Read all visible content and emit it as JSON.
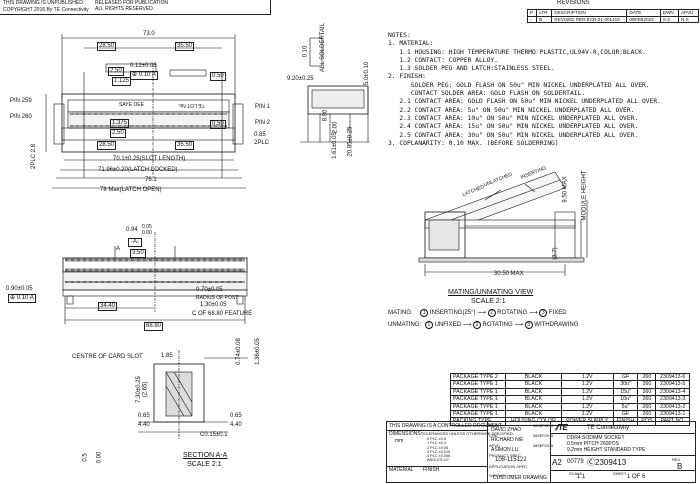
{
  "header": {
    "line1": "THIS DRAWING IS UNPUBLISHED.",
    "line2": "RELEASED FOR PUBLICATION",
    "line3": "ALL RIGHTS RESERVED.",
    "copyright": "COPYRIGHT 2016 By TE Connectivity"
  },
  "revisions": {
    "title": "REVISIONS",
    "headers": [
      "P",
      "LTR",
      "DESCRIPTION",
      "DATE",
      "DWN",
      "APVD"
    ],
    "rows": [
      [
        "-",
        "B",
        "REVISED PER ECR-21-001415",
        "09FEB2022",
        "S.S",
        "N.S"
      ]
    ]
  },
  "top_view": {
    "dims": [
      "73.0",
      "28.50",
      "35.50",
      "2.50",
      "1.125",
      "0.12±0.03",
      "0.10",
      "A",
      "0.50",
      "1.375",
      "2.50",
      "0.50",
      "28.50",
      "35.50",
      "0.85",
      "2PLC",
      "70.1±0.25(SLOT LENGTH)",
      "71.96±0.20(LATCH LOCKED)",
      "76.1",
      "78 Max(LATCH OPEN)",
      "2PLC 2.8"
    ],
    "pin_labels": [
      "PIN 259",
      "PIN 260",
      "PIN 1",
      "PIN 2"
    ],
    "marking": "SAYE OEE",
    "marking2": "TE  LOT No."
  },
  "side_view": {
    "dims": [
      "0.10",
      "ALL SOLDERTAIL",
      "9.20±0.25",
      "5.0±0.10",
      "8.00",
      "2.00",
      "1.61±0.05",
      "20.85±0.25"
    ]
  },
  "notes": {
    "title": "NOTES:",
    "lines": [
      "1. MATERIAL:",
      "   1.1 HOUSING: HIGH TEMPERATURE THERMO PLASTIC,UL94V-0,COLOR:BLACK.",
      "   1.2 CONTACT: COPPER ALLOY.",
      "   1.3 SOLDER PEG AND LATCH:STAINLESS STEEL.",
      "2. FINISH:",
      "      SOLDER PEG: GOLD FLASH ON 50u\" MIN NICKEL UNDERPLATED ALL OVER.",
      "      CONTACT SOLDER AREA: GOLD FLASH ON SOLDERTAIL.",
      "   2.1 CONTACT AREA: GOLD FLASH ON 50u\" MIN NICKEL UNDERPLATED ALL OVER.",
      "   2.2 CONTACT AREA: 5u\" ON 50u\" MIN NICKEL UNDERPLATED ALL OVER.",
      "   2.3 CONTACT AREA: 10u\" ON 50u\" MIN NICKEL UNDERPLATED ALL OVER.",
      "   2.4 CONTACT AREA: 15u\" ON 50u\" MIN NICKEL UNDERPLATED ALL OVER.",
      "   2.5 CONTACT AREA: 30u\" ON 50u\" MIN NICKEL UNDERPLATED ALL OVER.",
      "3. COPLANARITY: 0.10 MAX. (BEFORE SOLDERRING)"
    ]
  },
  "mating_view": {
    "dims": [
      "9.50 MAX",
      "MODULE HEIGHT",
      "(3.7)",
      "30.50 MAX"
    ],
    "labels": [
      "LATCHED",
      "UNLATCHED",
      "INSERTING"
    ],
    "title": "MATING/UNMATING VIEW",
    "scale": "SCALE 2:1",
    "mating": "MATING:",
    "mating_steps": [
      "INSERTING(25°)",
      "ROTATING",
      "FIXED"
    ],
    "unmating": "UNMATING:",
    "unmating_steps": [
      "UNFIXED",
      "ROTATING",
      "WITHDRAWING"
    ],
    "step_numbers": [
      "1",
      "2",
      "3"
    ]
  },
  "front_view": {
    "dims": [
      "0.94",
      "0.05",
      "0.00",
      "A",
      "3.50",
      "A",
      "0.90±0.05",
      "0.10",
      "A",
      "0.70±0.05",
      "RADIUS OF POST",
      "1.30±0.05",
      "34.40",
      "68.80",
      "C OF 68.80 FEATURE"
    ]
  },
  "section_view": {
    "dims": [
      "CENTRE OF CARD SLOT",
      "1.85",
      "0.74±0.08",
      "1.36±0.05",
      "7.30±0.25",
      "(2.65)",
      "0.65",
      "4.40",
      "C0.15±0.1",
      "0.5",
      "0.00"
    ],
    "title": "SECTION A-A",
    "scale": "SCALE 2:1"
  },
  "package_table": {
    "headers": [
      "PACKING TYPE",
      "HOUSING COLOR",
      "POWER SUPPLY",
      "FINISH",
      "POS",
      "PART NO."
    ],
    "rows": [
      [
        "PACKAGE TYPE 2",
        "BLACK",
        "1.2V",
        "GF",
        "260",
        "2309413-6"
      ],
      [
        "PACKAGE TYPE 1",
        "BLACK",
        "1.2V",
        "30u\"",
        "260",
        "2309413-5"
      ],
      [
        "PACKAGE TYPE 1",
        "BLACK",
        "1.2V",
        "15u\"",
        "260",
        "2309413-4"
      ],
      [
        "PACKAGE TYPE 1",
        "BLACK",
        "1.2V",
        "10u\"",
        "260",
        "2309413-3"
      ],
      [
        "PACKAGE TYPE 1",
        "BLACK",
        "1.2V",
        "5u\"",
        "260",
        "2309413-2"
      ],
      [
        "PACKAGE TYPE 1",
        "BLACK",
        "1.2V",
        "GF",
        "260",
        "2309413-1"
      ]
    ]
  },
  "title_block": {
    "controlled": "THIS DRAWING IS A CONTROLLED DOCUMENT.",
    "dimensions": "DIMENSIONS:",
    "tolerances": "TOLERANCES UNLESS OTHERWISE SPECIFIED:",
    "mm": "mm",
    "tol_rows": [
      "0 PLC",
      "1 PLC",
      "2 PLC",
      "3 PLC",
      "4 PLC",
      "ANGLES"
    ],
    "tol_vals": [
      "±0.5",
      "±0.2",
      "±0.05",
      "±0.010",
      "±0.005",
      "±2°"
    ],
    "material": "MATERIAL",
    "finish": "FINISH",
    "dwn_label": "DWN",
    "dwn_name": "DAVID ZHAO",
    "chk_label": "CHK",
    "chk_name": "RICHARD NIE",
    "appvd_label": "APVD",
    "appvd_name": "ASIMON LU",
    "prod_spec_label": "PRODUCT SPEC",
    "prod_spec": "108-115122",
    "app_spec_label": "APPLICATION SPEC",
    "weight_label": "WEIGHT",
    "weight": "—",
    "dates": [
      "08SEP2016",
      "08SEP2016",
      "08SEP2016"
    ],
    "company": "TE Connectivity",
    "name_lines": [
      "DDR4 SODIMM SOCKET",
      "0.5mm PITCH 260POS",
      "9.2mm HEIGHT STANDARD TYPE"
    ],
    "size": "A2",
    "cage": "00779",
    "dwg_no": "2309413",
    "customer": "CUSTOMER DRAWING",
    "scale_label": "SCALE",
    "scale": "1:1",
    "sheet_label": "SHEET",
    "sheet": "1",
    "of": "OF",
    "sheets": "6",
    "rev_label": "REV",
    "rev": "B"
  }
}
